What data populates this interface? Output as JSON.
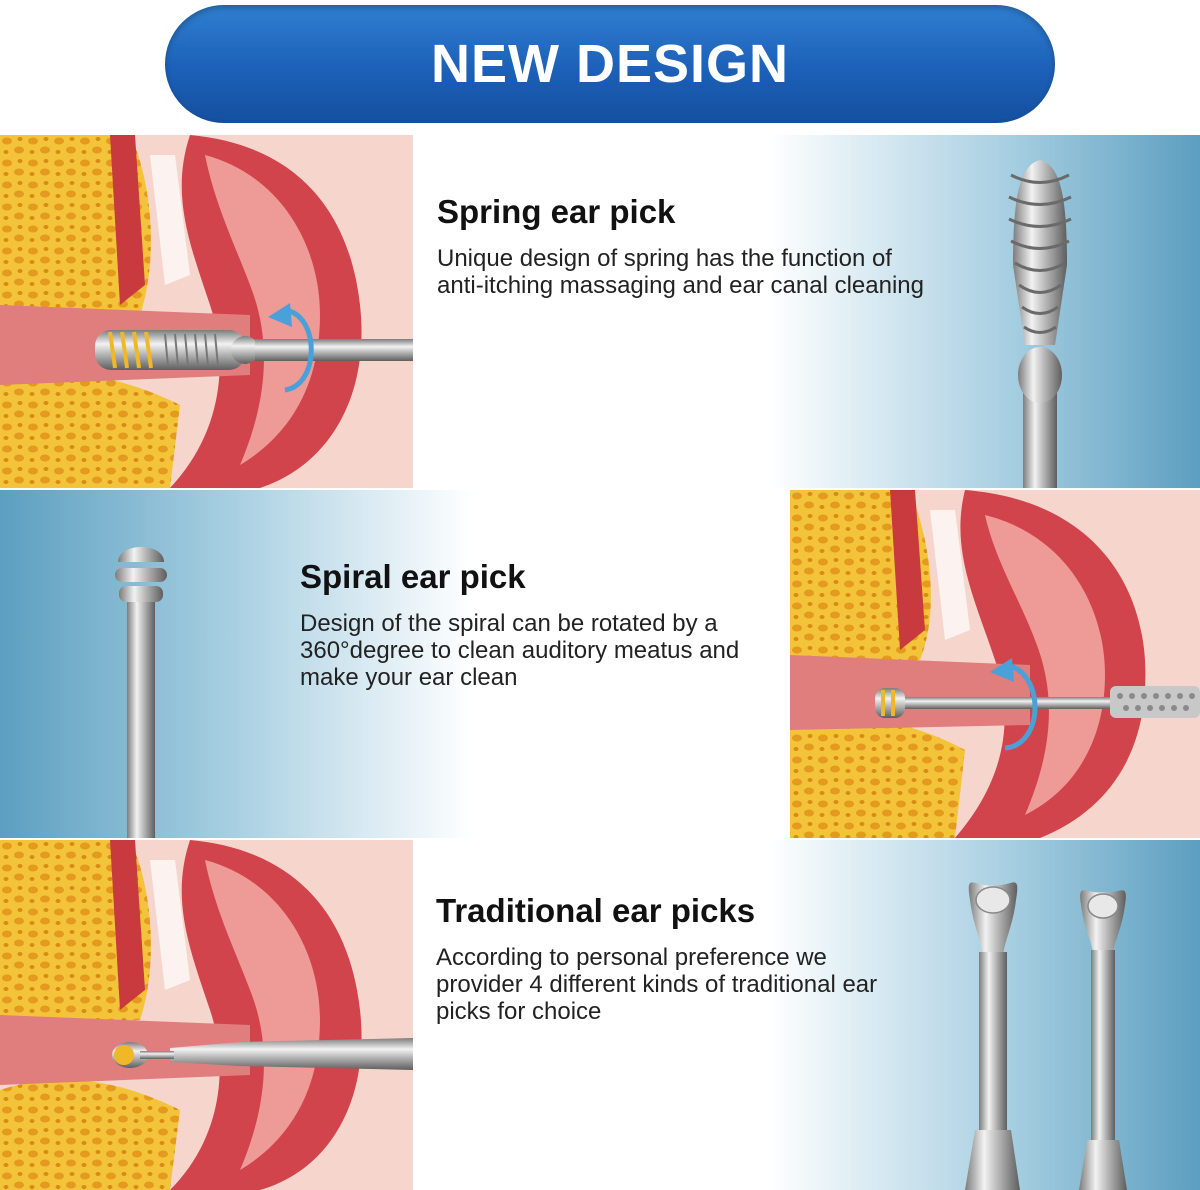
{
  "banner": {
    "title": "NEW DESIGN"
  },
  "sections": [
    {
      "heading": "Spring ear pick",
      "description": "Unique design of spring has the function of anti-itching massaging and ear canal cleaning"
    },
    {
      "heading": "Spiral ear pick",
      "description": "Design of the spiral can be rotated by a 360°degree to clean auditory meatus and make your ear clean"
    },
    {
      "heading": "Traditional ear picks",
      "description": "According to personal preference we provider 4 different kinds of traditional ear picks for choice"
    }
  ],
  "colors": {
    "banner": "#1f66bd",
    "panel_blue": "#5aa3c4",
    "ear_skin": "#f2c9be",
    "ear_red": "#d44a52",
    "bone": "#f0c23a"
  },
  "icons": [
    "ear-anatomy-illustration",
    "spring-ear-pick",
    "spiral-ear-pick",
    "scoop-ear-pick",
    "rotate-arrow-icon"
  ]
}
